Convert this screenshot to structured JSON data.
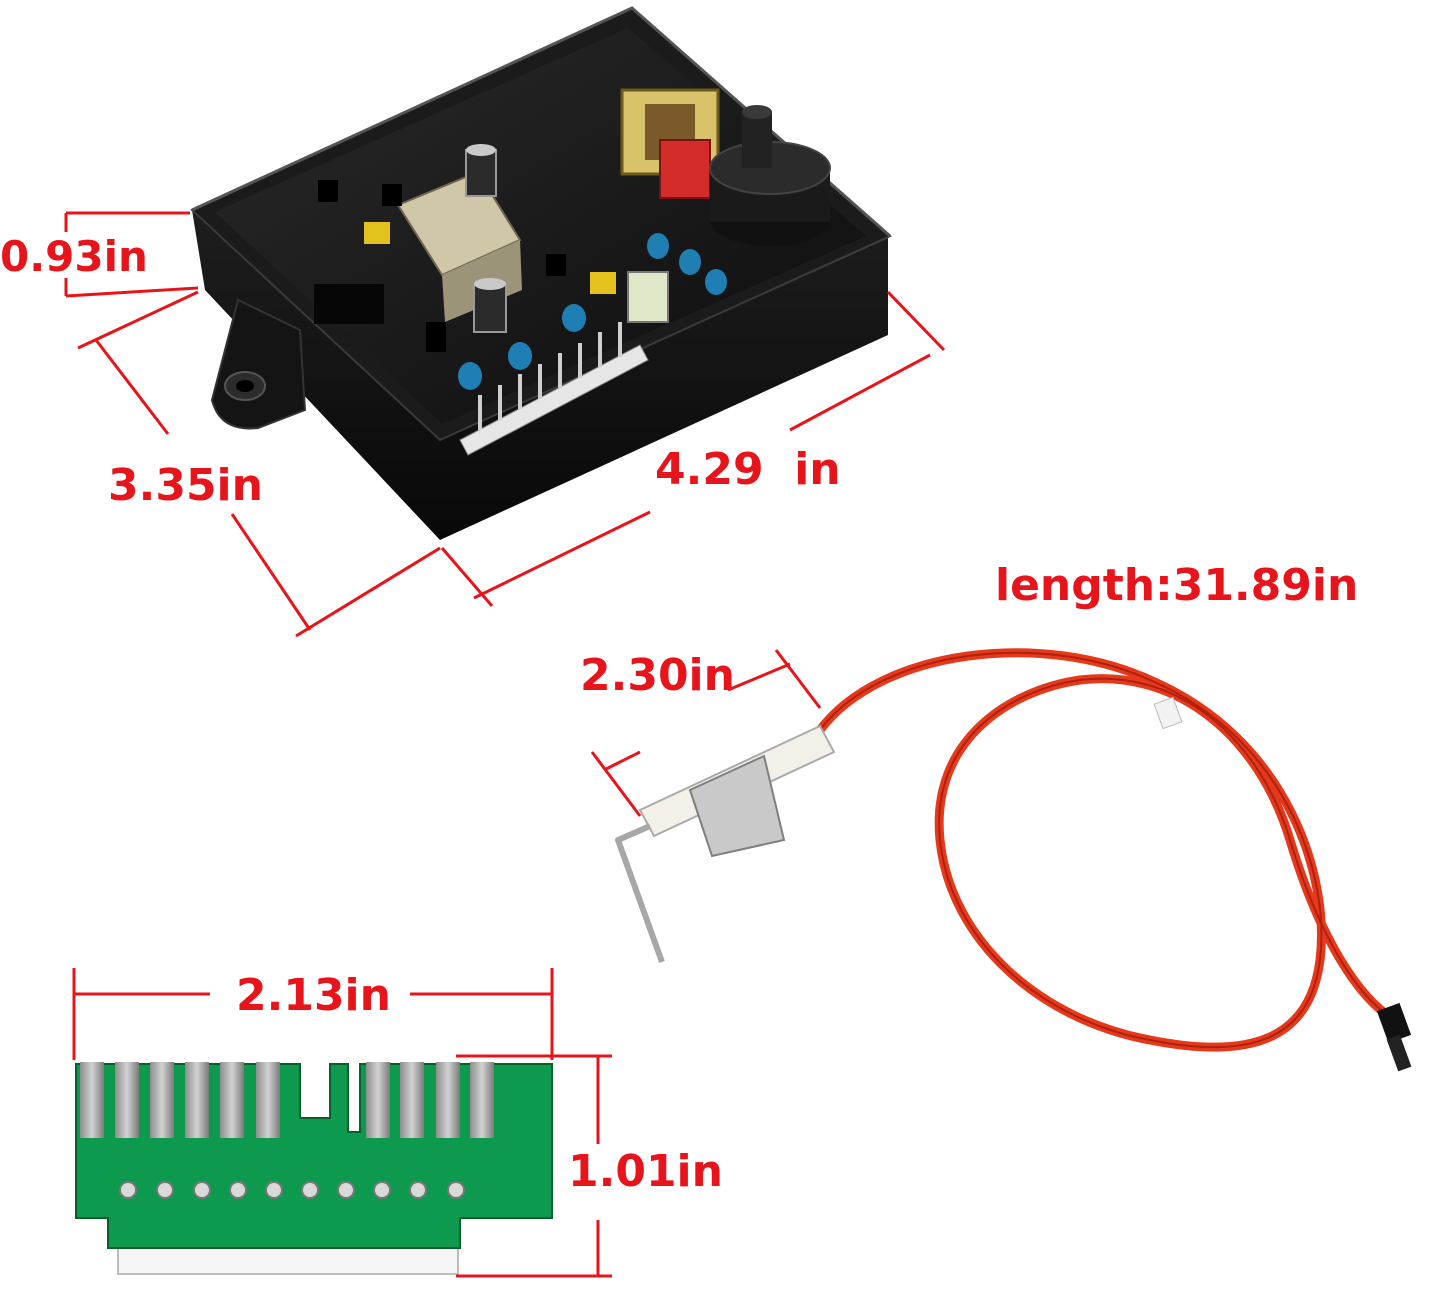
{
  "dimensions": {
    "box_height": "0.93in",
    "box_depth": "3.35in",
    "box_width": "4.29  in",
    "cable_length": "length:31.89in",
    "electrode_length": "2.30in",
    "connector_width": "2.13in",
    "connector_height": "1.01in"
  },
  "colors": {
    "dimension_red": "#e8141b",
    "box_black": "#151515",
    "pcb_green": "#0e9a4e",
    "wire_red": "#e5391c",
    "ceramic_white": "#f3f0ea",
    "metal_silver": "#b8b8b8"
  },
  "icons": [
    "control-board-image",
    "igniter-electrode-image",
    "edge-connector-image"
  ]
}
